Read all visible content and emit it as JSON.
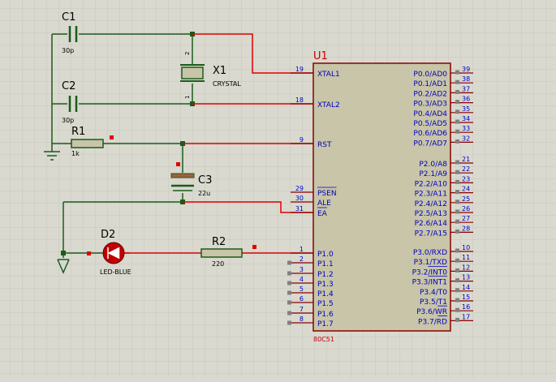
{
  "colors": {
    "background": "#d9d9cf",
    "grid": "#c6c6bc",
    "wire_green": "#1a5c1a",
    "wire_red": "#e00000",
    "chip_fill": "#c8c5a8",
    "chip_stroke": "#8a0000",
    "label_red": "#c00000",
    "label_blue": "#0000c0",
    "text_dark": "#000000",
    "pin_end_grey": "#808080",
    "led_body": "#c00000",
    "resistor_fill": "#c8c5a8",
    "cap_fill": "#a06040"
  },
  "components": {
    "c1": {
      "ref": "C1",
      "value": "30p"
    },
    "c2": {
      "ref": "C2",
      "value": "30p"
    },
    "x1": {
      "ref": "X1",
      "value": "CRYSTAL",
      "pin_top": "2",
      "pin_bottom": "1"
    },
    "r1": {
      "ref": "R1",
      "value": "1k"
    },
    "c3": {
      "ref": "C3",
      "value": "22u"
    },
    "d2": {
      "ref": "D2",
      "value": "LED-BLUE"
    },
    "r2": {
      "ref": "R2",
      "value": "220"
    },
    "u1": {
      "ref": "U1",
      "part": "80C51"
    }
  },
  "u1_left_pins": [
    {
      "num": "19",
      "name": "XTAL1"
    },
    {
      "num": "18",
      "name": "XTAL2"
    },
    {
      "num": "9",
      "name": "RST"
    },
    {
      "num": "29",
      "name": "PSEN"
    },
    {
      "num": "30",
      "name": "ALE"
    },
    {
      "num": "31",
      "name": "EA"
    },
    {
      "num": "1",
      "name": "P1.0"
    },
    {
      "num": "2",
      "name": "P1.1"
    },
    {
      "num": "3",
      "name": "P1.2"
    },
    {
      "num": "4",
      "name": "P1.3"
    },
    {
      "num": "5",
      "name": "P1.4"
    },
    {
      "num": "6",
      "name": "P1.5"
    },
    {
      "num": "7",
      "name": "P1.6"
    },
    {
      "num": "8",
      "name": "P1.7"
    }
  ],
  "u1_right_pins": [
    {
      "num": "39",
      "name": "P0.0/AD0"
    },
    {
      "num": "38",
      "name": "P0.1/AD1"
    },
    {
      "num": "37",
      "name": "P0.2/AD2"
    },
    {
      "num": "36",
      "name": "P0.3/AD3"
    },
    {
      "num": "35",
      "name": "P0.4/AD4"
    },
    {
      "num": "34",
      "name": "P0.5/AD5"
    },
    {
      "num": "33",
      "name": "P0.6/AD6"
    },
    {
      "num": "32",
      "name": "P0.7/AD7"
    },
    {
      "num": "21",
      "name": "P2.0/A8"
    },
    {
      "num": "22",
      "name": "P2.1/A9"
    },
    {
      "num": "23",
      "name": "P2.2/A10"
    },
    {
      "num": "24",
      "name": "P2.3/A11"
    },
    {
      "num": "25",
      "name": "P2.4/A12"
    },
    {
      "num": "26",
      "name": "P2.5/A13"
    },
    {
      "num": "27",
      "name": "P2.6/A14"
    },
    {
      "num": "28",
      "name": "P2.7/A15"
    },
    {
      "num": "10",
      "name": "P3.0/RXD"
    },
    {
      "num": "11",
      "name": "P3.1/TXD"
    },
    {
      "num": "12",
      "name": "P3.2/INT0"
    },
    {
      "num": "13",
      "name": "P3.3/INT1"
    },
    {
      "num": "14",
      "name": "P3.4/T0"
    },
    {
      "num": "15",
      "name": "P3.5/T1"
    },
    {
      "num": "16",
      "name": "P3.6/WR"
    },
    {
      "num": "17",
      "name": "P3.7/RD"
    }
  ]
}
